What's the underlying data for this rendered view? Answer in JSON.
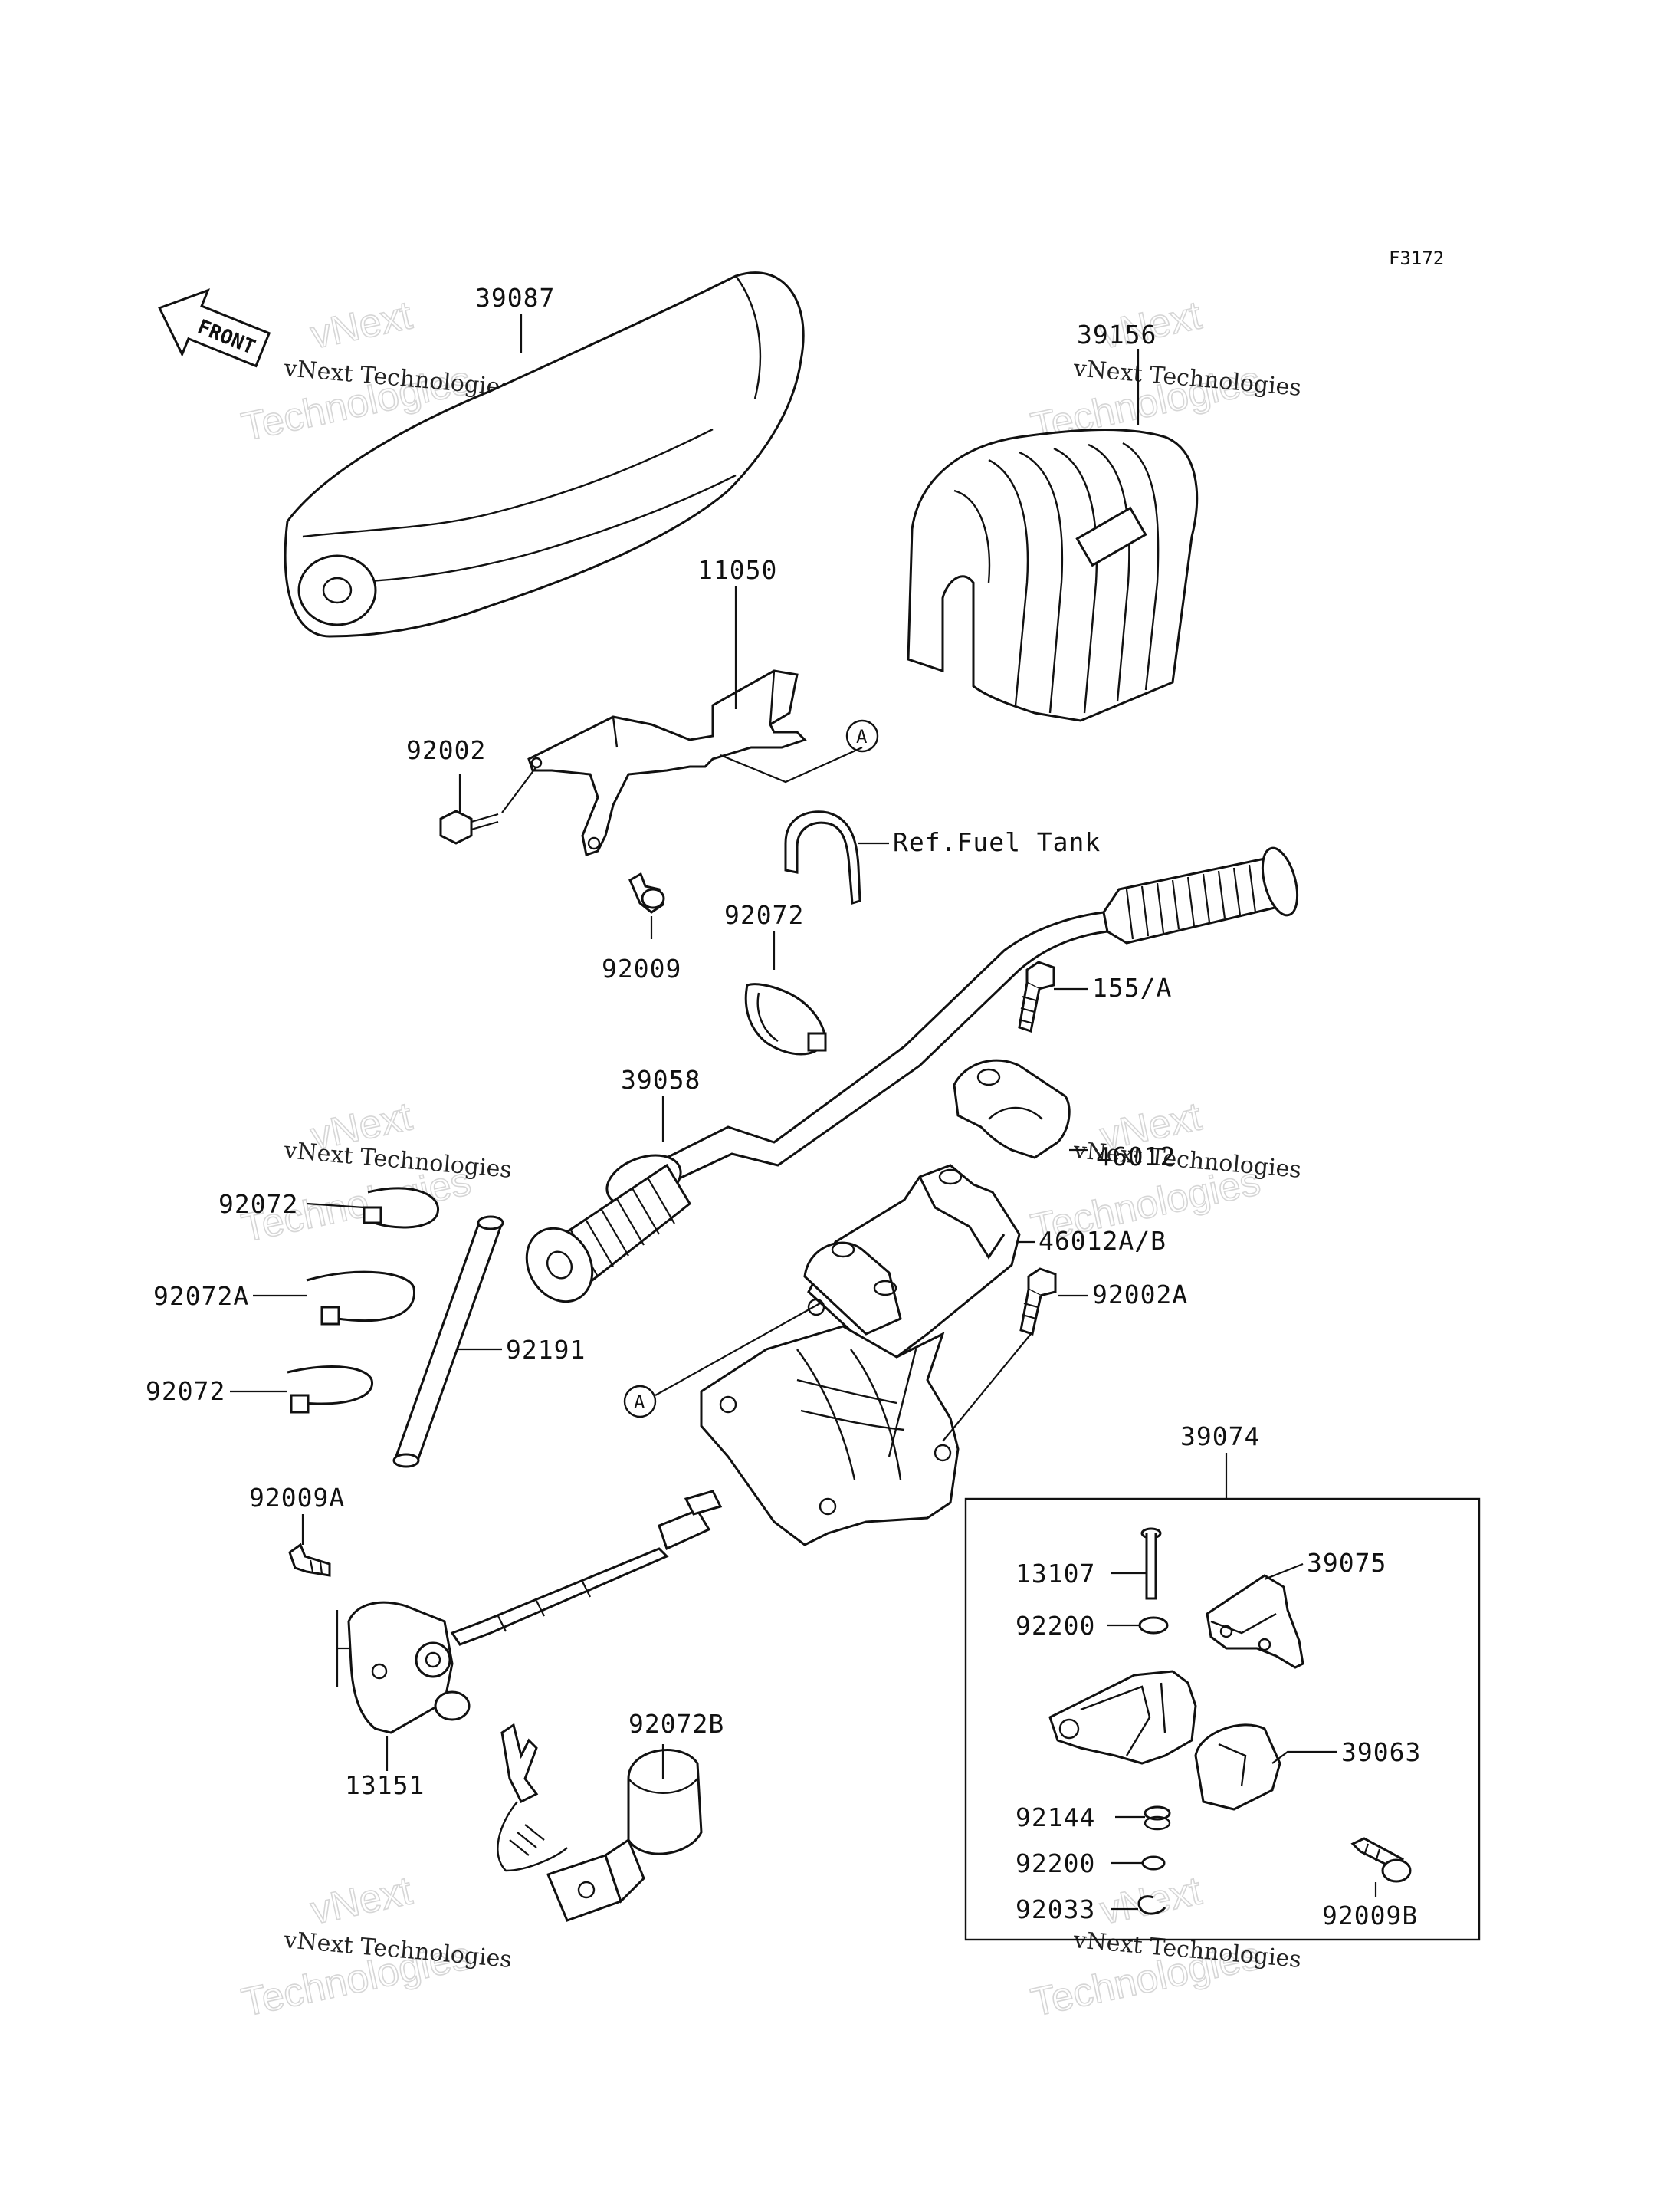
{
  "diagram": {
    "figure_code": "F3172",
    "front_label": "FRONT",
    "ref_note": "Ref.Fuel Tank",
    "callout_letter": "A",
    "watermark": {
      "brand": "vNext",
      "word": "Technologies",
      "caption": "vNext Technologies"
    },
    "parts": {
      "p39087": "39087",
      "p39156": "39156",
      "p11050": "11050",
      "p92002": "92002",
      "p92009": "92009",
      "p92072_top": "92072",
      "p39058": "39058",
      "p155a": "155/A",
      "p46012": "46012",
      "p46012ab": "46012A/B",
      "p92002a": "92002A",
      "p92072_l1": "92072",
      "p92072a": "92072A",
      "p92072_l2": "92072",
      "p92191": "92191",
      "p39074": "39074",
      "p92009a": "92009A",
      "p13107": "13107",
      "p39075": "39075",
      "p92200_a": "92200",
      "p39063": "39063",
      "p92144": "92144",
      "p92200_b": "92200",
      "p92033": "92033",
      "p92009b": "92009B",
      "p13151": "13151",
      "p92072b": "92072B"
    }
  }
}
